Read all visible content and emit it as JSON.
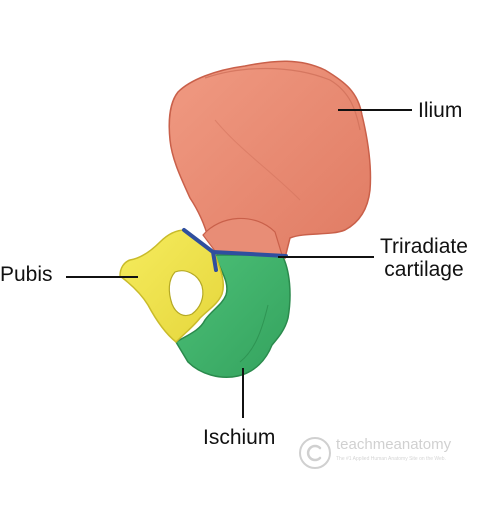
{
  "labels": {
    "ilium": "Ilium",
    "triradiate_line1": "Triradiate",
    "triradiate_line2": "cartilage",
    "pubis": "Pubis",
    "ischium": "Ischium"
  },
  "watermark": {
    "name": "teachmeanatomy",
    "tagline": "The #1 Applied Human Anatomy Site on the Web."
  },
  "colors": {
    "ilium": "#e98a73",
    "ilium_edge": "#c9604a",
    "pubis": "#efe44e",
    "pubis_edge": "#c9bb2a",
    "ischium": "#3fb36a",
    "ischium_edge": "#2a8a4c",
    "cartilage": "#2f4f9e",
    "leader": "#111111"
  },
  "icons": {
    "watermark_logo": "copyright-circle-icon"
  }
}
